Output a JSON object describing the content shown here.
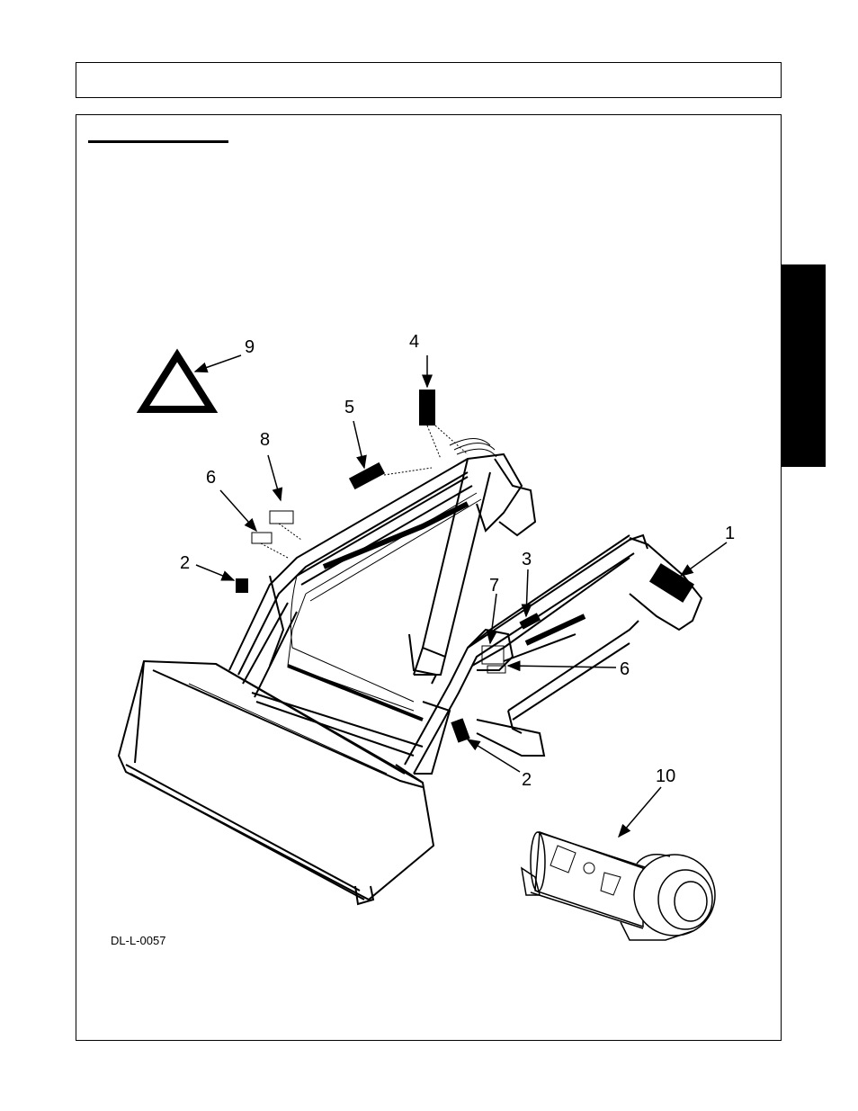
{
  "callouts": {
    "c1": "1",
    "c2a": "2",
    "c2b": "2",
    "c3": "3",
    "c4": "4",
    "c5": "5",
    "c6a": "6",
    "c6b": "6",
    "c7": "7",
    "c8": "8",
    "c9": "9",
    "c10": "10"
  },
  "figure_code": "DL-L-0057",
  "colors": {
    "ink": "#000000",
    "paper": "#ffffff",
    "tab": "#000000"
  },
  "icons": [
    "smv-triangle-icon",
    "decal-icon",
    "pto-shield-icon"
  ]
}
